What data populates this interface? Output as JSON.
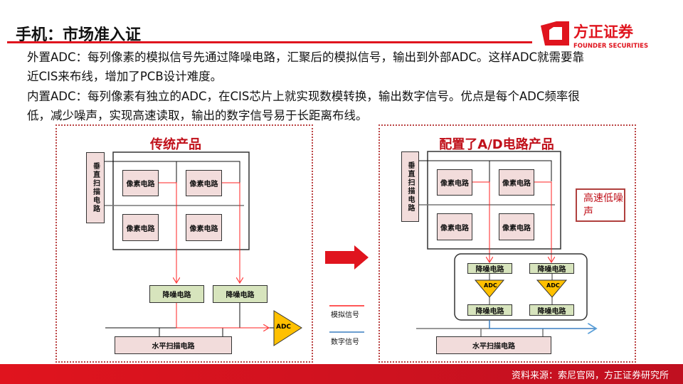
{
  "header": {
    "title": "手机：市场准入证",
    "logo_cn": "方正证券",
    "logo_en": "FOUNDER SECURITIES"
  },
  "body": {
    "lines": [
      "外置ADC：每列像素的模拟信号先通过降噪电路，汇聚后的模拟信号，输出到外部ADC。这样ADC就需要靠",
      "近CIS来布线，增加了PCB设计难度。",
      "内置ADC：每列像素有独立的ADC，在CIS芯片上就实现数模转换，输出数字信号。优点是每个ADC频率很",
      "低，减少噪声，实现高速读取，输出的数字信号易于长距离布线。"
    ]
  },
  "left": {
    "title": "传统产品",
    "vscan": "垂直扫描电路",
    "pixel": "像素电路",
    "denoise": "降噪电路",
    "adc": "ADC",
    "hscan": "水平扫描电路"
  },
  "right": {
    "title": "配置了A/D电路产品",
    "vscan": "垂直扫描电路",
    "pixel": "像素电路",
    "denoise": "降噪电路",
    "adc": "ADC",
    "hscan": "水平扫描电路",
    "note": "高速低噪声"
  },
  "legend": {
    "analog": "模拟信号",
    "digital": "数字信号"
  },
  "colors": {
    "brand": "#e0141e",
    "analog": "#ff2020",
    "digital": "#3a7fc0",
    "adc": "#ffc000"
  },
  "footer": {
    "source": "资料来源：索尼官网，方正证券研究所"
  }
}
